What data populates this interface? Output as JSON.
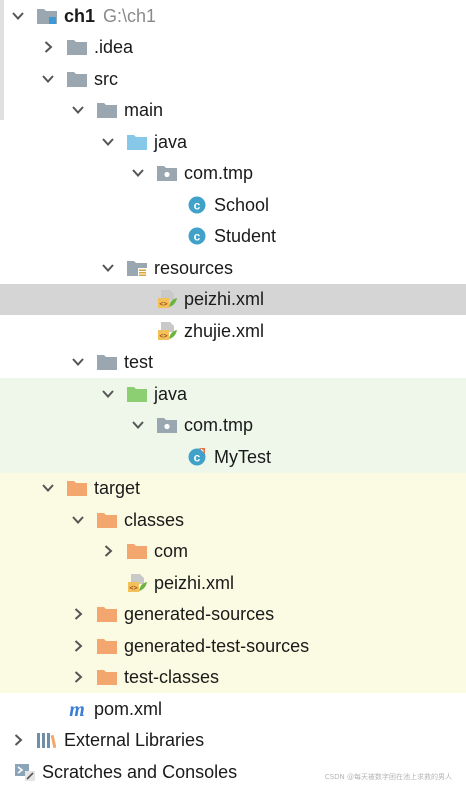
{
  "tree": {
    "root": {
      "name": "ch1",
      "path": "G:\\ch1"
    },
    "idea": "idea",
    "src": "src",
    "main": "main",
    "main_java": "java",
    "main_pkg": "com.tmp",
    "school": "School",
    "student": "Student",
    "resources": "resources",
    "peizhi": "peizhi.xml",
    "zhujie": "zhujie.xml",
    "test": "test",
    "test_java": "java",
    "test_pkg": "com.tmp",
    "mytest": "MyTest",
    "target": "target",
    "classes": "classes",
    "com": "com",
    "classes_peizhi": "peizhi.xml",
    "generated_sources": "generated-sources",
    "generated_test_sources": "generated-test-sources",
    "test_classes": "test-classes",
    "pom": "pom.xml",
    "external_libraries": "External Libraries",
    "scratches": "Scratches and Consoles"
  },
  "colors": {
    "folder_gray": "#9aa7b0",
    "folder_blue": "#87c8e8",
    "folder_green": "#8ccf73",
    "folder_orange": "#f4a66f",
    "class_icon": "#41a2c9",
    "selected_row": "#d5d5d5",
    "test_row": "#eef7ea",
    "target_row": "#fbfbe3"
  },
  "watermark": "CSDN @每天被数字困在池上求救的男人"
}
